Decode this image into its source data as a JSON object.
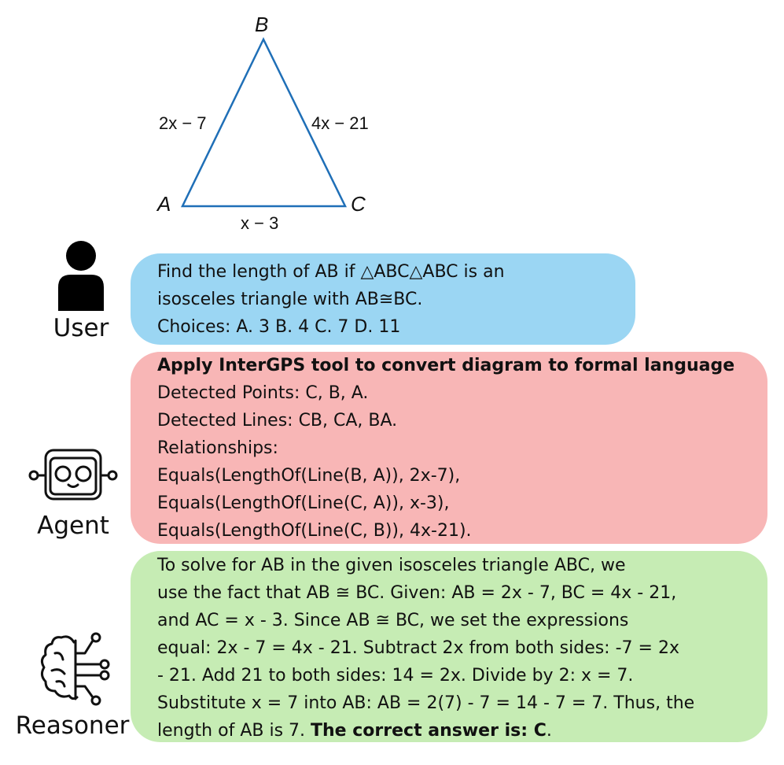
{
  "diagram": {
    "vertices": {
      "a": "A",
      "b": "B",
      "c": "C"
    },
    "sides": {
      "ab": "2x − 7",
      "bc": "4x − 21",
      "ac": "x − 3"
    },
    "line_color": "#1f6fb7"
  },
  "actors": {
    "user": {
      "label": "User",
      "icon": "person-icon"
    },
    "agent": {
      "label": "Agent",
      "icon": "robot-icon"
    },
    "reasoner": {
      "label": "Reasoner",
      "icon": "brain-circuit-icon"
    }
  },
  "user_message": {
    "lines": [
      "Find the length of AB if △ABC△ABC is an",
      "isosceles triangle with AB≅BC.",
      "Choices: A. 3 B. 4 C. 7 D. 11"
    ],
    "color": "#9bd6f3"
  },
  "agent_message": {
    "heading": "Apply InterGPS tool to convert diagram to formal language",
    "lines": [
      "Detected Points: C, B, A.",
      "Detected Lines: CB, CA, BA.",
      "Relationships:",
      "Equals(LengthOf(Line(B, A)), 2x-7),",
      "Equals(LengthOf(Line(C, A)), x-3),",
      "Equals(LengthOf(Line(C, B)), 4x-21)."
    ],
    "color": "#f8b6b6"
  },
  "reasoner_message": {
    "lines": [
      "To solve for AB in the given isosceles triangle ABC, we",
      "use the fact that AB ≅ BC. Given: AB = 2x - 7, BC = 4x - 21,",
      "and AC = x - 3. Since AB ≅ BC, we set the expressions",
      "equal: 2x - 7 = 4x - 21. Subtract 2x from both sides: -7 = 2x",
      "- 21. Add 21 to both sides: 14 = 2x. Divide by 2: x = 7.",
      "Substitute x = 7 into AB: AB = 2(7) - 7 = 14 - 7 = 7. Thus, the"
    ],
    "last_line_prefix": "length of AB is 7. ",
    "last_line_bold": "The correct answer is: C",
    "last_line_suffix": ".",
    "color": "#c6ecb4"
  }
}
